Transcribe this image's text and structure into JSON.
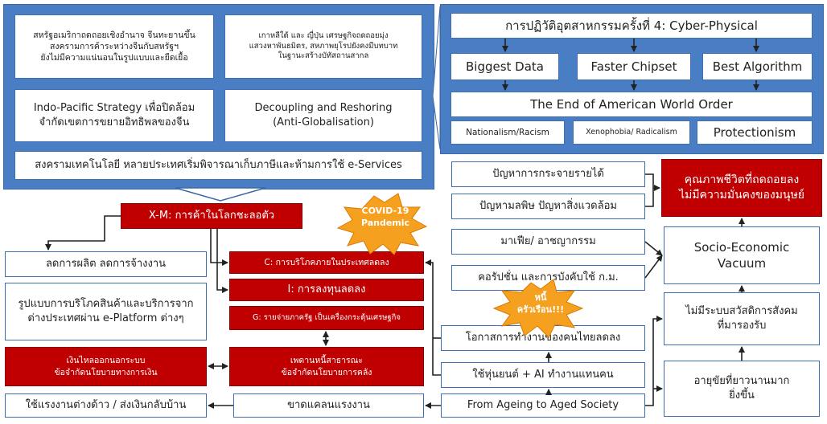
{
  "left_panel": {
    "tl": "สหรัฐอเมริกาถดถอยเชิงอำนาจ จีนทะยานขึ้น\nสงครามการค้าระหว่างจีนกับสหรัฐฯ\nยังไม่มีความแน่นอนในรูปแบบและยืดเยื้อ",
    "tr": "เกาหลีใต้ และ ญี่ปุ่น  เศรษฐกิจถดถอยมุ่ง\nแสวงหาพันธมิตร, สหภาพยุโรปยังคงมีบทบาท\nในฐานะสร้างบัทัสถานสากล",
    "ml": "Indo-Pacific Strategy เพื่อปิดล้อม\nจำกัดเขตการขยายอิทธิพลของจีน",
    "mr": "Decoupling and Reshoring\n(Anti-Globalisation)",
    "bottom": "สงครามเทคโนโลยี หลายประเทศเริ่มพิจารณาเก็บภาษีและห้ามการใช้ e-Services"
  },
  "right_panel": {
    "title": "การปฏิวัติอุตสาหกรรมครั้งที่ 4: Cyber-Physical",
    "data": "Biggest Data",
    "chip": "Faster Chipset",
    "algo": "Best Algorithm",
    "order": "The End of American World Order",
    "nat": "Nationalism/Racism",
    "xeno": "Xenophobia/ Radicalism",
    "prot": "Protectionism"
  },
  "flow": {
    "xm": "X-M: การค้าในโลกชะลอตัว",
    "cut": "ลดการผลิต ลดการจ้างงาน",
    "eplatform": "รูปแบบการบริโภคสินค้าและบริการจาก\nต่างประเทศผ่าน e-Platform ต่างๆ",
    "outflow": "เงินไหลออกนอกระบบ\nข้อจำกัดนโยบายทางการเงิน",
    "foreign_labor": "ใช้แรงงานต่างด้าว / ส่งเงินกลับบ้าน",
    "consumption": "C: การบริโภคภายในประเทศลดลง",
    "investment": "I: การลงทุนลดลง",
    "gov": "G: รายจ่ายภาครัฐ เป็นเครื่องกระตุ้นเศรษฐกิจ",
    "debt": "เพดานหนี้สาธารณะ\nข้อจำกัดนโยบายการคลัง",
    "shortage": "ขาดแคลนแรงงาน",
    "income": "ปัญหาการกระจายรายได้",
    "pollution": "ปัญหามลพิษ ปัญหาสิ่งแวดล้อม",
    "quality": "คุณภาพชีวิตที่ถดถอยลง\nไม่มีความมั่นคงของมนุษย์",
    "mafia": "มาเฟีย/ อาชญากรรม",
    "corruption": "คอรัปชั่น และการบังคับใช้ ก.ม.",
    "thai_opp": "โอกาสการทำงานของคนไทยลดลง",
    "robot": "ใช้หุ่นยนต์ + AI ทำงานแทนคน",
    "ageing": "From Ageing to Aged Society",
    "vacuum": "Socio-Economic\nVacuum",
    "welfare": "ไม่มีระบบสวัสดิการสังคม\nที่มารองรับ",
    "longevity": "อายุขัยที่ยาวนานมาก\nยิ่งขึ้น"
  },
  "bursts": {
    "covid": "COVID-19\nPandemic",
    "debt": "หนี้\nครัวเรือน!!!"
  },
  "colors": {
    "panel": "#4a7ec4",
    "box_border": "#3e6fb3",
    "red": "#c00000",
    "burst": "#f6a020",
    "arrow": "#222222"
  }
}
